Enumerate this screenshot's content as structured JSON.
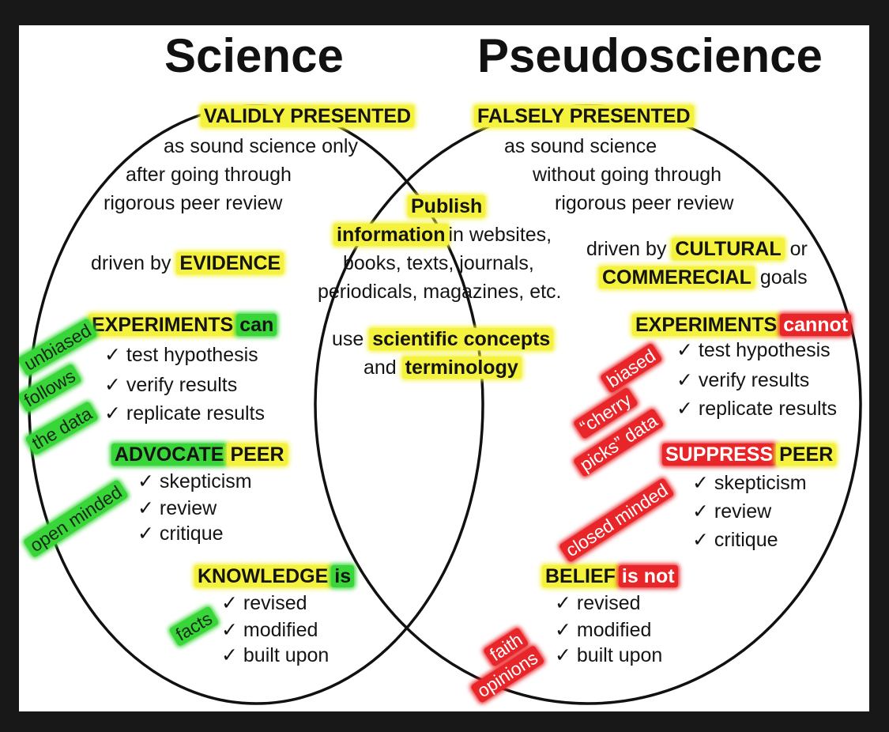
{
  "titles": {
    "left": "Science",
    "right": "Pseudoscience"
  },
  "science": {
    "headline": "VALIDLY PRESENTED",
    "lines": [
      "as sound science only",
      "after going through",
      "rigorous peer review"
    ],
    "driven_prefix": "driven by",
    "driven_value": "EVIDENCE",
    "experiments_word": "EXPERIMENTS",
    "experiments_verb": "can",
    "experiment_items": [
      "test hypothesis",
      "verify results",
      "replicate results"
    ],
    "advocate_word": "ADVOCATE",
    "peer_word": "PEER",
    "peer_items": [
      "skepticism",
      "review",
      "critique"
    ],
    "knowledge_word": "KNOWLEDGE",
    "knowledge_verb": "is",
    "knowledge_items": [
      "revised",
      "modified",
      "built upon"
    ],
    "tags": {
      "unbiased": "unbiased",
      "follows": "follows",
      "the_data": "the data",
      "open_minded": "open minded",
      "facts": "facts"
    }
  },
  "overlap": {
    "publish": "Publish",
    "information": "information",
    "in_websites": "in websites,",
    "lines": [
      "books, texts, journals,",
      "periodicals, magazines, etc."
    ],
    "use": "use",
    "scientific_concepts": "scientific concepts",
    "and": "and",
    "terminology": "terminology"
  },
  "pseudo": {
    "headline": "FALSELY PRESENTED",
    "lines": [
      "as sound science",
      "without going through",
      "rigorous peer review"
    ],
    "driven_prefix": "driven by",
    "cultural": "CULTURAL",
    "or": "or",
    "commercial": "COMMERECIAL",
    "goals": "goals",
    "experiments_word": "EXPERIMENTS",
    "experiments_verb": "cannot",
    "experiment_items": [
      "test hypothesis",
      "verify results",
      "replicate results"
    ],
    "suppress_word": "SUPPRESS",
    "peer_word": "PEER",
    "peer_items": [
      "skepticism",
      "review",
      "critique"
    ],
    "belief_word": "BELIEF",
    "belief_verb": "is not",
    "belief_items": [
      "revised",
      "modified",
      "built upon"
    ],
    "tags": {
      "biased": "biased",
      "cherry": "“cherry",
      "picks_data": "picks” data",
      "closed_minded": "closed minded",
      "faith": "faith",
      "opinions": "opinions"
    }
  },
  "checkmark": "✓",
  "colors": {
    "highlight_yellow": "#f4f23c",
    "highlight_green": "#39d63a",
    "highlight_red": "#e8262a",
    "outline": "#111111",
    "frame": "#181818"
  }
}
